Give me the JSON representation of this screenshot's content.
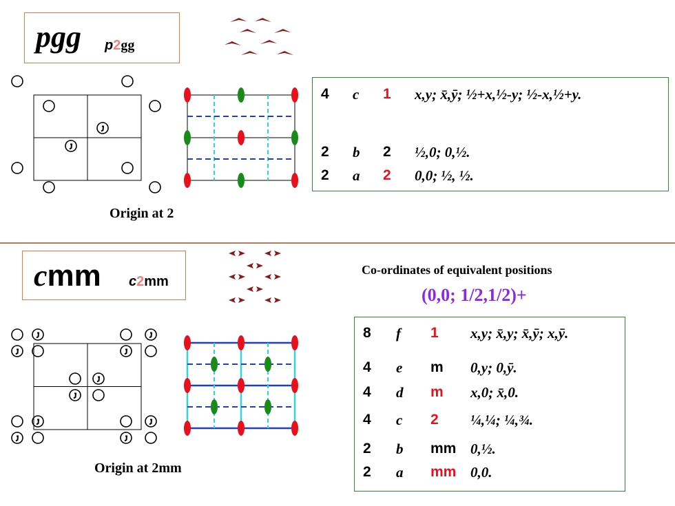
{
  "pgg": {
    "symbol": "pgg",
    "full_symbol": {
      "prefix": "p",
      "rot": "2",
      "rest": "gg"
    },
    "origin_caption": "Origin at 2",
    "positions": [
      {
        "multiplicity": "4",
        "wyckoff": "c",
        "symmetry": "1",
        "symmetry_color": "#e8101a",
        "coords": "x,y;  x̄,ȳ;  ½+x,½-y;  ½-x,½+y."
      },
      {
        "multiplicity": "2",
        "wyckoff": "b",
        "symmetry": "2",
        "symmetry_color": "#000000",
        "coords": "½,0;  0,½."
      },
      {
        "multiplicity": "2",
        "wyckoff": "a",
        "symmetry": "2",
        "symmetry_color": "#e8101a",
        "coords": "0,0;   ½, ½."
      }
    ]
  },
  "cmm": {
    "symbol_italic": "c",
    "symbol_rest": "mm",
    "full_symbol": {
      "prefix": "c",
      "rot": "2",
      "rest": "mm"
    },
    "origin_caption": "Origin at 2mm",
    "coords_title": "Co-ordinates of equivalent positions",
    "centering": "(0,0; 1/2,1/2)+",
    "positions": [
      {
        "multiplicity": "8",
        "wyckoff": "f",
        "symmetry": "1",
        "symmetry_color": "#e8101a",
        "coords": "x,y;  x̄,y;  x̄,ȳ;  x,ȳ."
      },
      {
        "multiplicity": "4",
        "wyckoff": "e",
        "symmetry": "m",
        "symmetry_color": "#000000",
        "coords": "0,y;  0,ȳ."
      },
      {
        "multiplicity": "4",
        "wyckoff": "d",
        "symmetry": "m",
        "symmetry_color": "#e8101a",
        "coords": "x,0;  x̄,0."
      },
      {
        "multiplicity": "4",
        "wyckoff": "c",
        "symmetry": "2",
        "symmetry_color": "#e8101a",
        "coords": "¼,¼;  ¼,¾."
      },
      {
        "multiplicity": "2",
        "wyckoff": "b",
        "symmetry": "mm",
        "symmetry_color": "#000000",
        "coords": "0,½."
      },
      {
        "multiplicity": "2",
        "wyckoff": "a",
        "symmetry": "mm",
        "symmetry_color": "#e8101a",
        "coords": "0,0."
      }
    ]
  },
  "colors": {
    "title_border": "#e0784a",
    "box_border": "#2e8b2e",
    "motif": "#8b1a1a",
    "red_axis": "#e8101a",
    "green_axis": "#1a8a1a",
    "glide_blue": "#1f3fbf",
    "mirror_cyan": "#29d4e6",
    "centering_purple": "#8a2be2",
    "divider": "#b47a5a"
  }
}
